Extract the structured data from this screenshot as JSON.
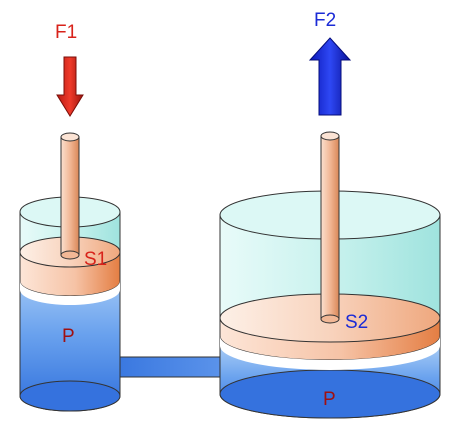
{
  "labels": {
    "force_small": "F1",
    "force_large": "F2",
    "area_small": "S1",
    "area_large": "S2",
    "pressure_small": "P",
    "pressure_large": "P"
  },
  "colors": {
    "input_force": "#d8221a",
    "output_force": "#1b2bd6",
    "pressure_label": "#a01010",
    "fluid": "#3a78e0",
    "cylinder_glass": "#c8f0ee",
    "piston": "#f2b89a",
    "outline": "#333333"
  },
  "icons": [
    "down-arrow-icon",
    "up-arrow-icon"
  ]
}
